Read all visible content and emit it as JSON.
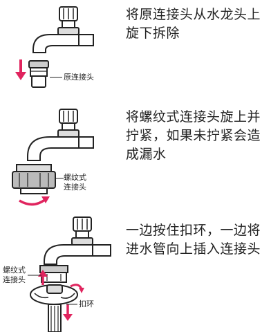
{
  "steps": [
    {
      "text": "将原连接头从水龙头上旋下拆除",
      "labels": [
        "原连接头"
      ]
    },
    {
      "text": "将螺纹式连接头旋上并拧紧，如果未拧紧会造成漏水",
      "labels": [
        "螺纹式",
        "连接头"
      ]
    },
    {
      "text": "一边按住扣环，一边将进水管向上插入连接头",
      "labels": [
        "螺纹式",
        "连接头",
        "扣环"
      ]
    }
  ],
  "colors": {
    "accent": "#e0245e",
    "line": "#222222",
    "fill": "#ffffff",
    "shade": "#d8d8d8"
  }
}
